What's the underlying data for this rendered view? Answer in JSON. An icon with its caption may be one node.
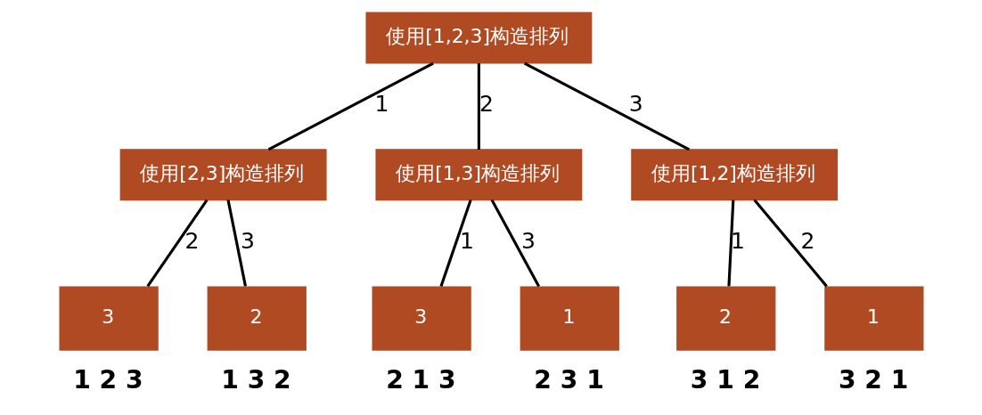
{
  "diagram": {
    "nodes": [
      {
        "text": [
          "使用[1,2,3]构造排列"
        ]
      },
      {
        "text": [
          "使用[2,3]构造排列"
        ]
      },
      {
        "text": [
          "使用[1,3]构造排列"
        ]
      },
      {
        "text": [
          "使用[1,2]构造排列"
        ]
      },
      {
        "text": [
          "3"
        ],
        "beside": [
          "1 2 3"
        ]
      },
      {
        "text": [
          "2"
        ],
        "beside": [
          "1 3 2"
        ]
      },
      {
        "text": [
          "3"
        ],
        "beside": [
          "2 1 3"
        ]
      },
      {
        "text": [
          "1"
        ],
        "beside": [
          "2 3 1"
        ]
      },
      {
        "text": [
          "2"
        ],
        "beside": [
          "3 1 2"
        ]
      },
      {
        "text": [
          "1"
        ],
        "beside": [
          "3 2 1"
        ]
      }
    ],
    "edges": [
      {
        "from": 0,
        "to": 1,
        "arrow": "none",
        "label": "1"
      },
      {
        "from": 0,
        "to": 2,
        "arrow": "none",
        "label": "2"
      },
      {
        "from": 0,
        "to": 3,
        "arrow": "none",
        "label": "3"
      },
      {
        "from": 1,
        "to": 4,
        "arrow": "none",
        "label": "2"
      },
      {
        "from": 1,
        "to": 5,
        "arrow": "none",
        "label": "3"
      },
      {
        "from": 2,
        "to": 6,
        "arrow": "none",
        "label": "1"
      },
      {
        "from": 2,
        "to": 7,
        "arrow": "none",
        "label": "3"
      },
      {
        "from": 3,
        "to": 8,
        "arrow": "none",
        "label": "1"
      },
      {
        "from": 3,
        "to": 9,
        "arrow": "none",
        "label": "2"
      }
    ]
  }
}
